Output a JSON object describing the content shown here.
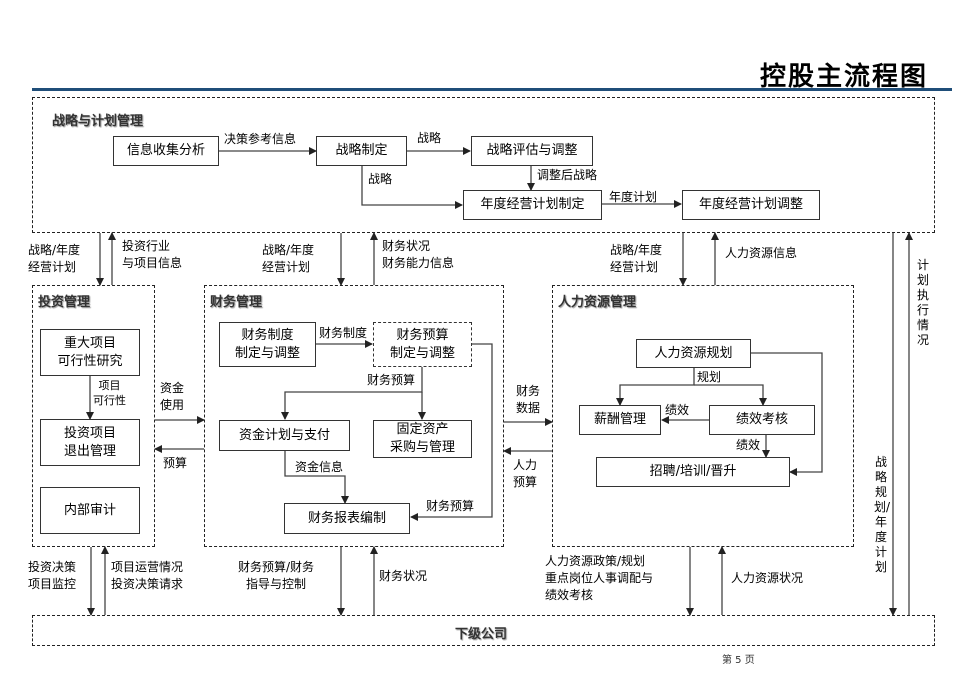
{
  "title": "控股主流程图",
  "page_label": "第 5 页",
  "sections": {
    "strategy": {
      "title": "战略与计划管理",
      "boxes": {
        "info_collect": "信息收集分析",
        "strategy_make": "战略制定",
        "strategy_eval": "战略评估与调整",
        "annual_plan_make": "年度经营计划制定",
        "annual_plan_adjust": "年度经营计划调整"
      },
      "edges": {
        "decision_info": "决策参考信息",
        "strategy_1": "战略",
        "strategy_2": "战略",
        "adjusted_strategy": "调整后战略",
        "annual_plan": "年度计划"
      }
    },
    "investment": {
      "title": "投资管理",
      "boxes": {
        "feasibility": "重大项目\n可行性研究",
        "exit": "投资项目\n退出管理",
        "audit": "内部审计"
      },
      "edges": {
        "project_feasibility": "项目\n可行性"
      }
    },
    "finance": {
      "title": "财务管理",
      "boxes": {
        "policy": "财务制度\n制定与调整",
        "budget": "财务预算\n制定与调整",
        "fund_plan": "资金计划与支付",
        "fixed_assets": "固定资产\n采购与管理",
        "report": "财务报表编制"
      },
      "edges": {
        "policy": "财务制度",
        "budget_down": "财务预算",
        "fund_info": "资金信息",
        "budget_right": "财务预算"
      }
    },
    "hr": {
      "title": "人力资源管理",
      "boxes": {
        "planning": "人力资源规划",
        "salary": "薪酬管理",
        "performance": "绩效考核",
        "recruit": "招聘/培训/晋升"
      },
      "edges": {
        "plan": "规划",
        "perf_1": "绩效",
        "perf_2": "绩效"
      }
    },
    "subsidiary": {
      "title": "下级公司"
    }
  },
  "flows": {
    "strategy_to_invest": "战略/年度\n经营计划",
    "invest_to_strategy": "投资行业\n与项目信息",
    "strategy_to_finance": "战略/年度\n经营计划",
    "finance_to_strategy": "财务状况\n财务能力信息",
    "strategy_to_hr": "战略/年度\n经营计划",
    "hr_to_strategy": "人力资源信息",
    "sub_to_strategy": "计划执行情况",
    "strategy_to_sub": "战略规划/年度计划",
    "invest_to_finance": "资金\n使用",
    "finance_to_invest": "预算",
    "finance_to_hr": "财务\n数据",
    "hr_to_finance": "人力\n预算",
    "invest_to_sub": "投资决策\n项目监控",
    "sub_to_invest": "项目运营情况\n投资决策请求",
    "finance_to_sub": "财务预算/财务\n指导与控制",
    "sub_to_finance": "财务状况",
    "hr_to_sub": "人力资源政策/规划\n重点岗位人事调配与\n绩效考核",
    "sub_to_hr": "人力资源状况"
  }
}
